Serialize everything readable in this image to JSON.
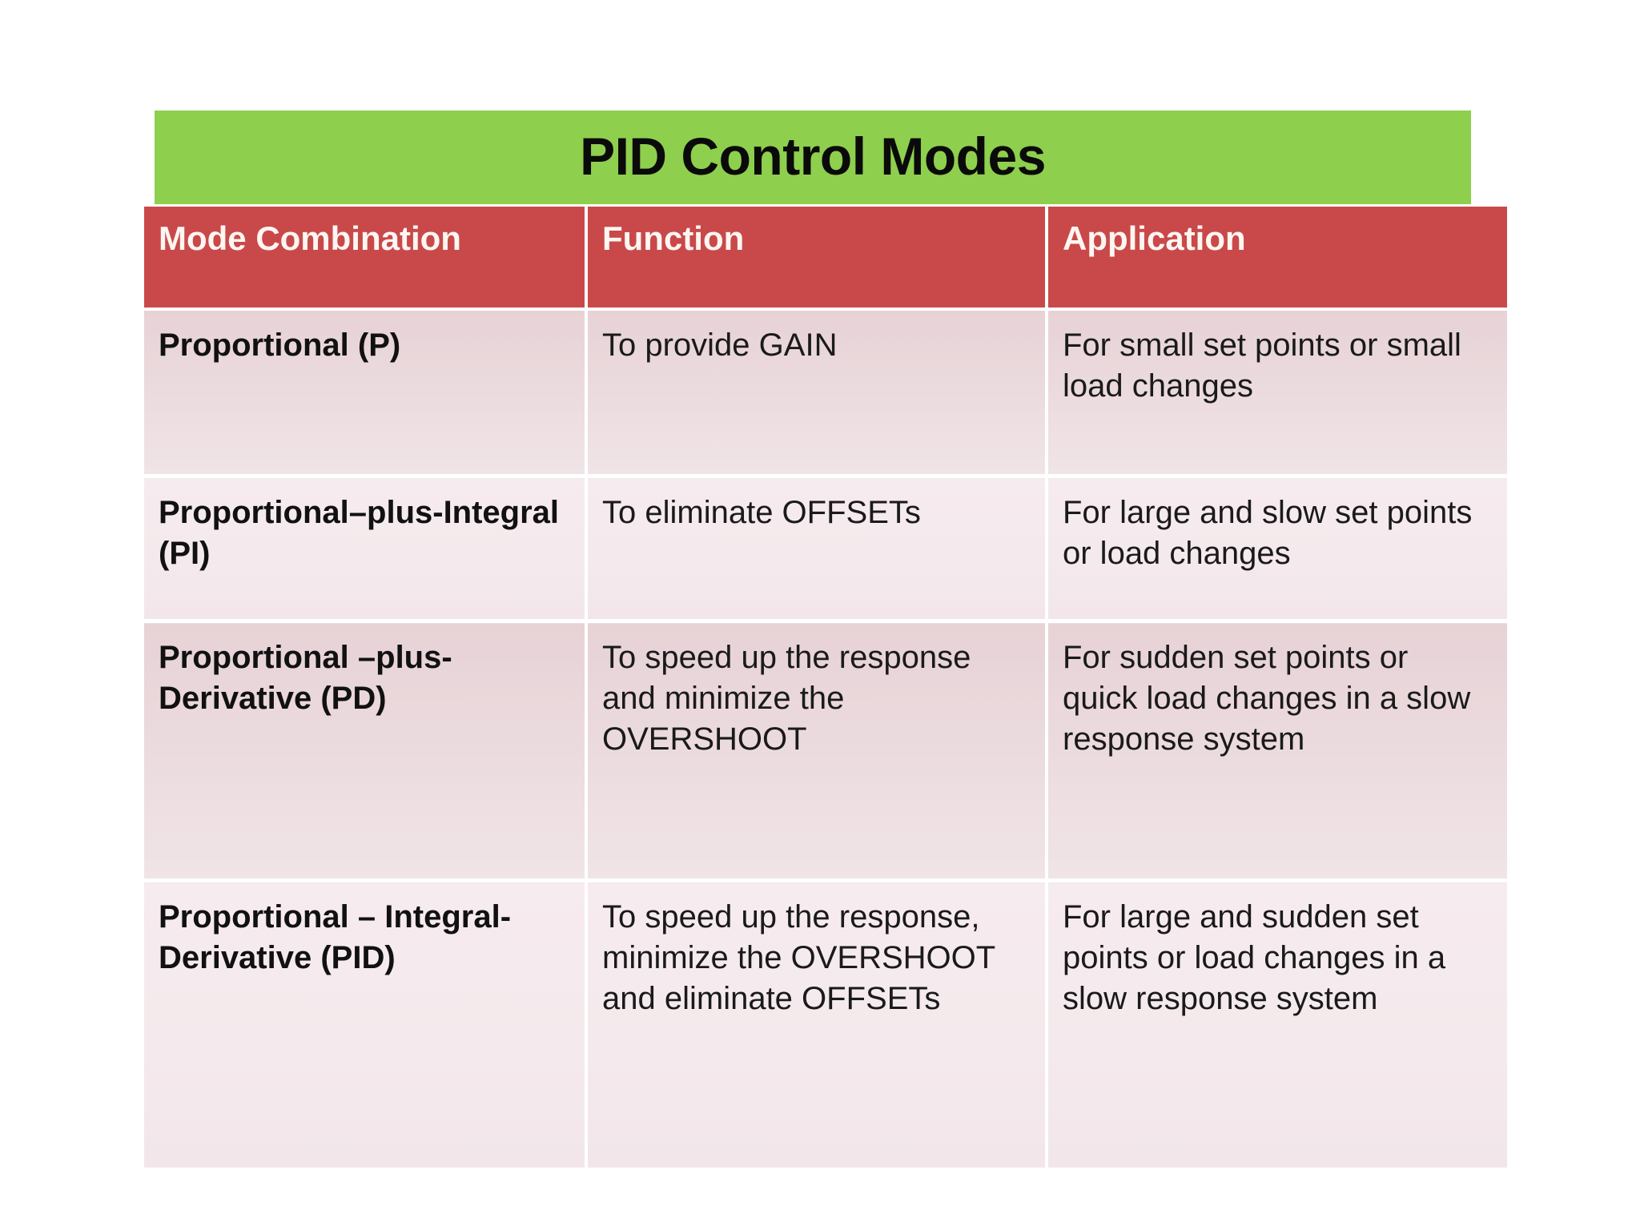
{
  "title": {
    "text": "PID Control Modes",
    "banner_color": "#8ecf4d",
    "text_color": "#0a0a0a"
  },
  "table": {
    "header_color": "#c9494a",
    "header_text_color": "#fdf6f2",
    "row_color_dark": "#e9d7da",
    "row_color_light": "#f5eaed",
    "columns": [
      "Mode Combination",
      "Function",
      "Application"
    ],
    "rows": [
      {
        "mode": "Proportional (P)",
        "function": "To  provide  GAIN",
        "application": "For small set points or small load changes"
      },
      {
        "mode": "Proportional–plus-Integral (PI)",
        "function": "To eliminate OFFSETs",
        "application": "For large and slow set points or  load changes"
      },
      {
        "mode": "Proportional –plus-Derivative  (PD)",
        "function": "To speed up the response and minimize the OVERSHOOT",
        "application": "For sudden set points or quick load changes in a slow response system"
      },
      {
        "mode": "Proportional – Integral-Derivative (PID)",
        "function": "To speed up the response, minimize the OVERSHOOT and eliminate OFFSETs",
        "application": "For large and sudden set points or load changes in a slow response system"
      }
    ]
  }
}
